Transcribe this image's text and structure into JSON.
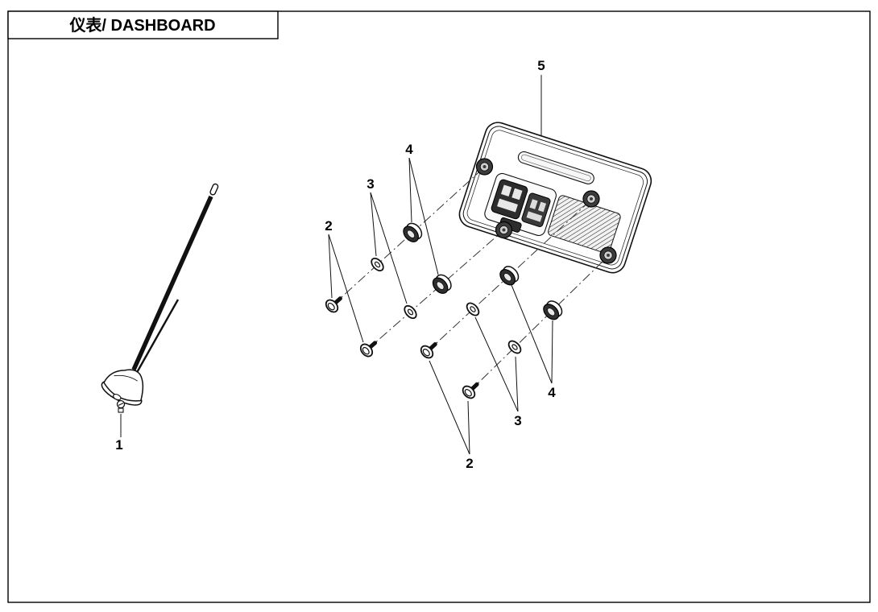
{
  "title_block": {
    "title": "仪表/ DASHBOARD"
  },
  "callouts": {
    "antenna": "1",
    "screw_upper": "2",
    "screw_lower": "2",
    "washer_upper": "3",
    "washer_lower": "3",
    "grommet_upper": "4",
    "grommet_lower": "4",
    "dashboard": "5"
  },
  "colors": {
    "line": "#111111",
    "background": "#ffffff"
  }
}
